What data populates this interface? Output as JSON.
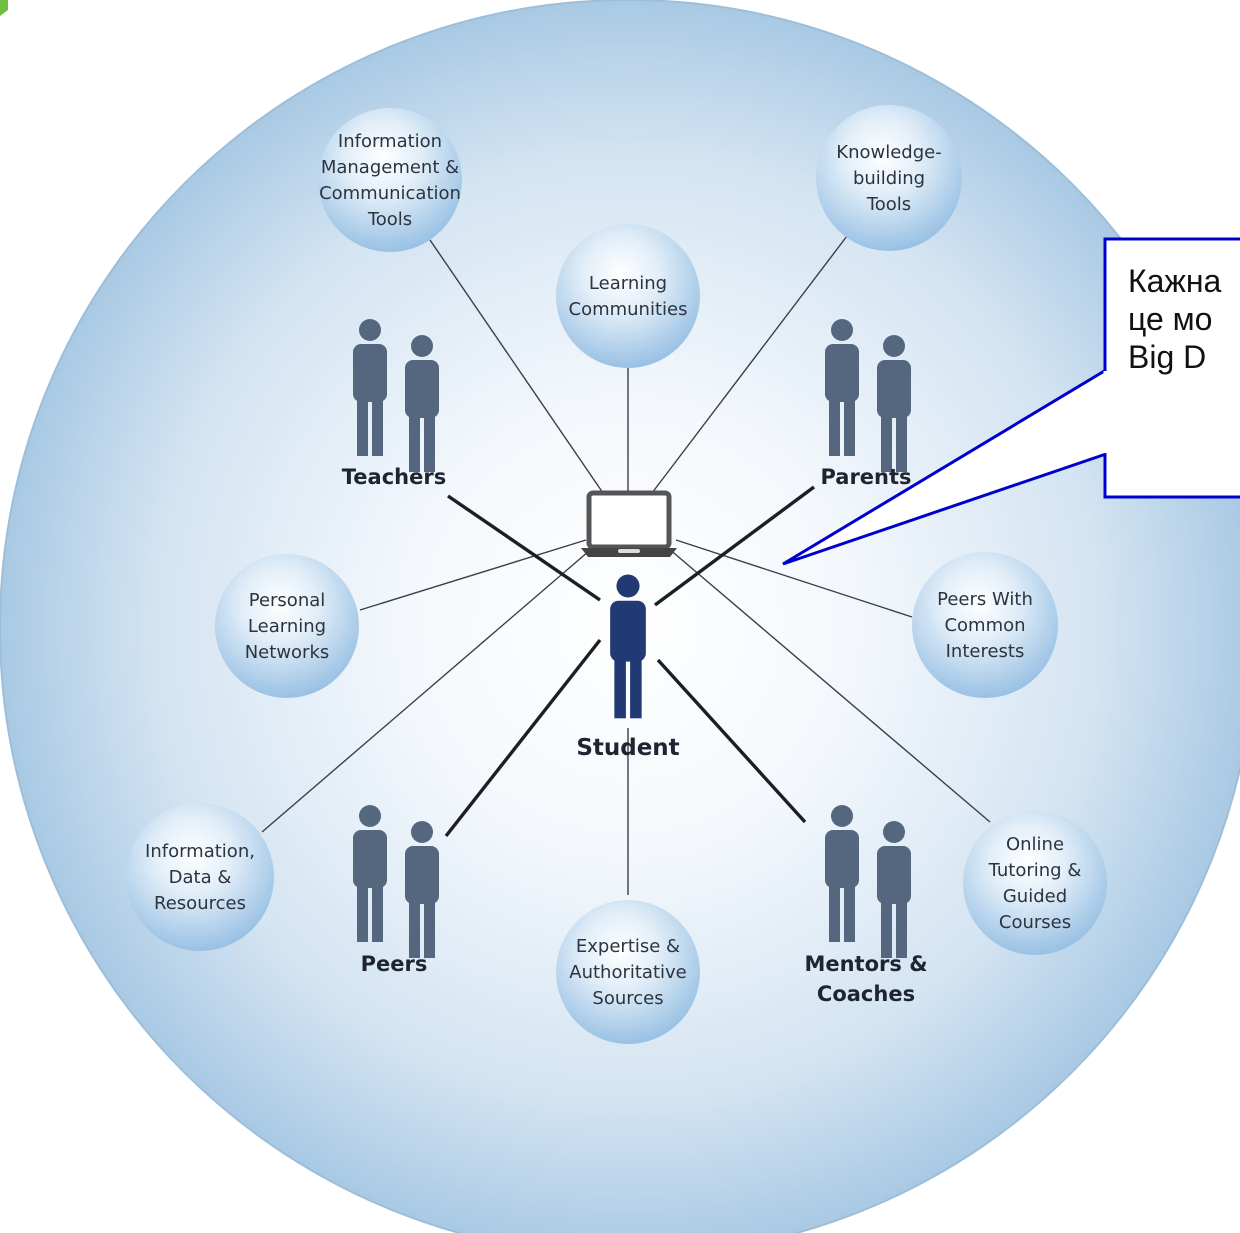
{
  "colors": {
    "big_circle_outer": "#a9c9e4",
    "big_circle_inner": "#ffffff",
    "node_fill": "#a8cbe8",
    "person_gray": "#55677f",
    "student_blue": "#223a74",
    "callout_border": "#0000cc"
  },
  "center": {
    "label": "Student"
  },
  "resources": [
    {
      "lines": [
        "Information",
        "Management &",
        "Communication",
        "Tools"
      ]
    },
    {
      "lines": [
        "Learning",
        "Communities"
      ]
    },
    {
      "lines": [
        "Knowledge-",
        "building",
        "Tools"
      ]
    },
    {
      "lines": [
        "Personal",
        "Learning",
        "Networks"
      ]
    },
    {
      "lines": [
        "Peers With",
        "Common",
        "Interests"
      ]
    },
    {
      "lines": [
        "Information,",
        "Data &",
        "Resources"
      ]
    },
    {
      "lines": [
        "Expertise &",
        "Authoritative",
        "Sources"
      ]
    },
    {
      "lines": [
        "Online",
        "Tutoring &",
        "Guided",
        "Courses"
      ]
    }
  ],
  "people": [
    {
      "lines": [
        "Teachers"
      ]
    },
    {
      "lines": [
        "Parents"
      ]
    },
    {
      "lines": [
        "Peers"
      ]
    },
    {
      "lines": [
        "Mentors &",
        "Coaches"
      ]
    }
  ],
  "callout": {
    "lines": [
      "Кажна",
      "це мо",
      "Big D"
    ]
  }
}
